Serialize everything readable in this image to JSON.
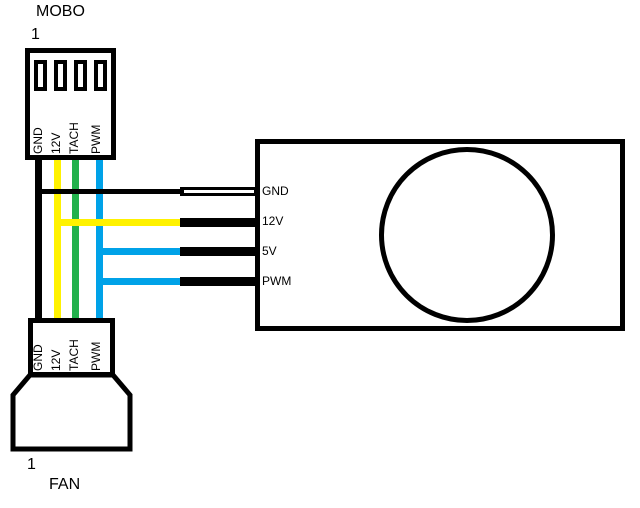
{
  "mobo": {
    "label": "MOBO",
    "pin1_marker": "1",
    "pins": [
      "GND",
      "12V",
      "TACH",
      "PWM"
    ]
  },
  "fan_plug": {
    "label": "FAN",
    "pin1_marker": "1",
    "pins": [
      "GND",
      "12V",
      "TACH",
      "PWM"
    ]
  },
  "fan_unit": {
    "terminals": [
      "GND",
      "12V",
      "5V",
      "PWM"
    ]
  },
  "wires": [
    {
      "name": "GND",
      "color": "#000000",
      "from": "MOBO GND",
      "to": "FAN plug GND and fan unit GND terminal"
    },
    {
      "name": "12V",
      "color": "#FFF200",
      "from": "MOBO 12V",
      "to": "FAN plug 12V and fan unit 12V terminal"
    },
    {
      "name": "TACH",
      "color": "#22B14C",
      "from": "MOBO TACH",
      "to": "FAN plug TACH"
    },
    {
      "name": "PWM",
      "color": "#00A2E8",
      "from": "MOBO PWM",
      "to": "FAN plug PWM, fan unit 5V and PWM terminals"
    }
  ]
}
